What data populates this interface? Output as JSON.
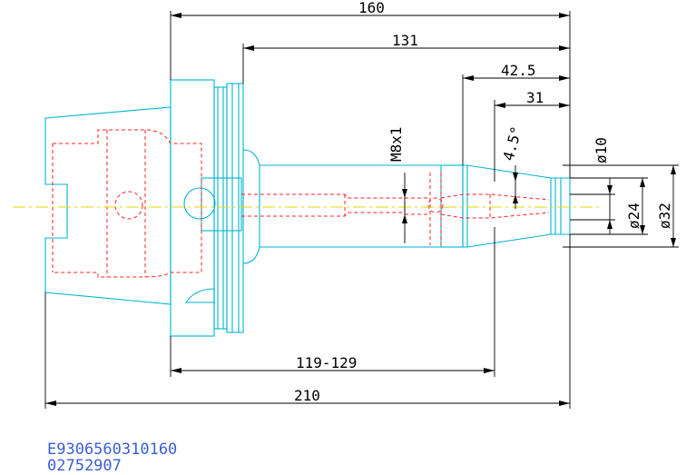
{
  "dimensions": {
    "overall_flange": "160",
    "shank": "131",
    "nose": "42.5",
    "taper": "31",
    "angle": "4.5°",
    "thread": "M8x1",
    "d_small": "ø10",
    "d_mid": "ø24",
    "d_large": "ø32",
    "clamping_range": "119-129",
    "total": "210"
  },
  "codes": {
    "part_number": "E9306560310160",
    "order_number": "02752907"
  },
  "colors": {
    "outline": "#00b4d0",
    "hidden": "#ff2020",
    "centerline": "#e8d800",
    "dimension": "#000000",
    "code_text": "#3a5fd0"
  }
}
